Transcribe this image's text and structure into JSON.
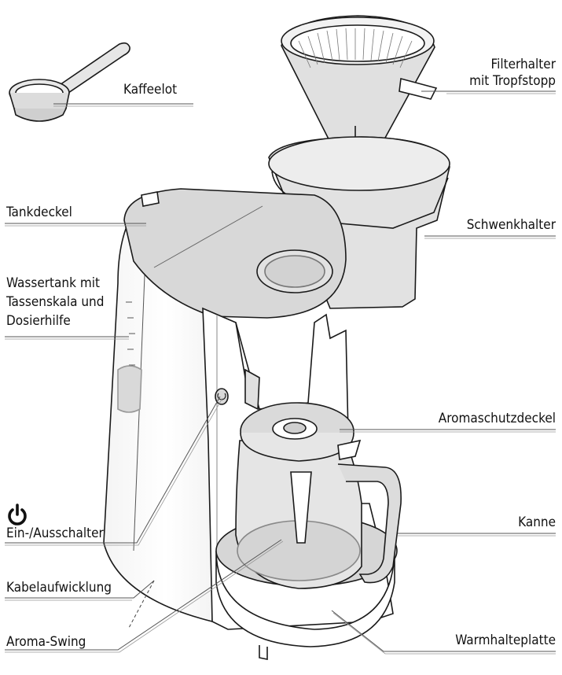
{
  "labels": {
    "kaffeelot": "Kaffeelot",
    "filterhalter_line1": "Filterhalter",
    "filterhalter_line2": "mit Tropfstopp",
    "tankdeckel": "Tankdeckel",
    "schwenkhalter": "Schwenkhalter",
    "wassertank_line1": "Wassertank mit",
    "wassertank_line2": "Tassenskala und",
    "wassertank_line3": "Dosierhilfe",
    "aromaschutzdeckel": "Aromaschutzdeckel",
    "kanne": "Kanne",
    "power_icon": "power-icon",
    "ein_ausschalter": "Ein-/Ausschalter",
    "kabelaufwicklung": "Kabelaufwicklung",
    "warmhalteplatte": "Warmhalteplatte",
    "aroma_swing": "Aroma-Swing"
  },
  "colors": {
    "body_fill": "#ffffff",
    "gray_fill": "#d9d9d9",
    "light_gray_fill": "#e9e9e9",
    "outline": "#1a1a1a"
  }
}
